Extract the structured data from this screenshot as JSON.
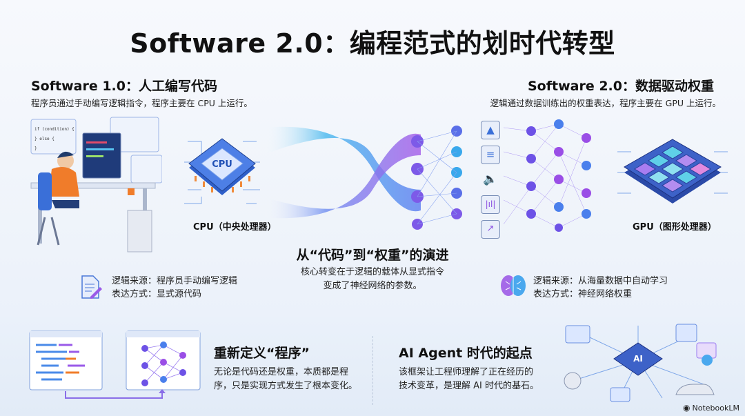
{
  "title": "Software 2.0：编程范式的划时代转型",
  "left": {
    "heading": "Software 1.0：人工编写代码",
    "subtitle": "程序员通过手动编写逻辑指令，程序主要在 CPU 上运行。",
    "chip_label": "CPU（中央处理器）",
    "chip_text": "CPU",
    "code_lines": [
      "if (condition) {",
      "} else {",
      "}"
    ],
    "items": [
      {
        "icon": "document-pen-icon",
        "text": "逻辑来源：程序员手动编写逻辑"
      },
      {
        "text": "表达方式：显式源代码"
      }
    ]
  },
  "right": {
    "heading": "Software 2.0：数据驱动权重",
    "subtitle": "逻辑通过数据训练出的权重表达，程序主要在 GPU 上运行。",
    "chip_label": "GPU（图形处理器）",
    "input_icons": [
      "image-icon",
      "text-icon",
      "audio-icon",
      "waveform-icon",
      "chart-icon"
    ],
    "items": [
      {
        "icon": "brain-icon",
        "text": "逻辑来源：从海量数据中自动学习"
      },
      {
        "text": "表达方式：神经网络权重"
      }
    ]
  },
  "center": {
    "heading": "从“代码”到“权重”的演进",
    "lines": [
      "核心转变在于逻辑的载体从显式指令",
      "变成了神经网络的参数。"
    ]
  },
  "bottom": {
    "redefine": {
      "heading": "重新定义“程序”",
      "lines": [
        "无论是代码还是权重，本质都是程",
        "序，只是实现方式发生了根本变化。"
      ]
    },
    "agent": {
      "heading": "AI Agent 时代的起点",
      "lines": [
        "该框架让工程师理解了正在经历的",
        "技术变革，是理解 AI 时代的基石。"
      ],
      "chip_text": "AI"
    }
  },
  "brand": "NotebookLM",
  "colors": {
    "blue": "#3a6fd8",
    "purple": "#8a4fe0",
    "cyan": "#29b6e8",
    "orange": "#f07c2a"
  }
}
